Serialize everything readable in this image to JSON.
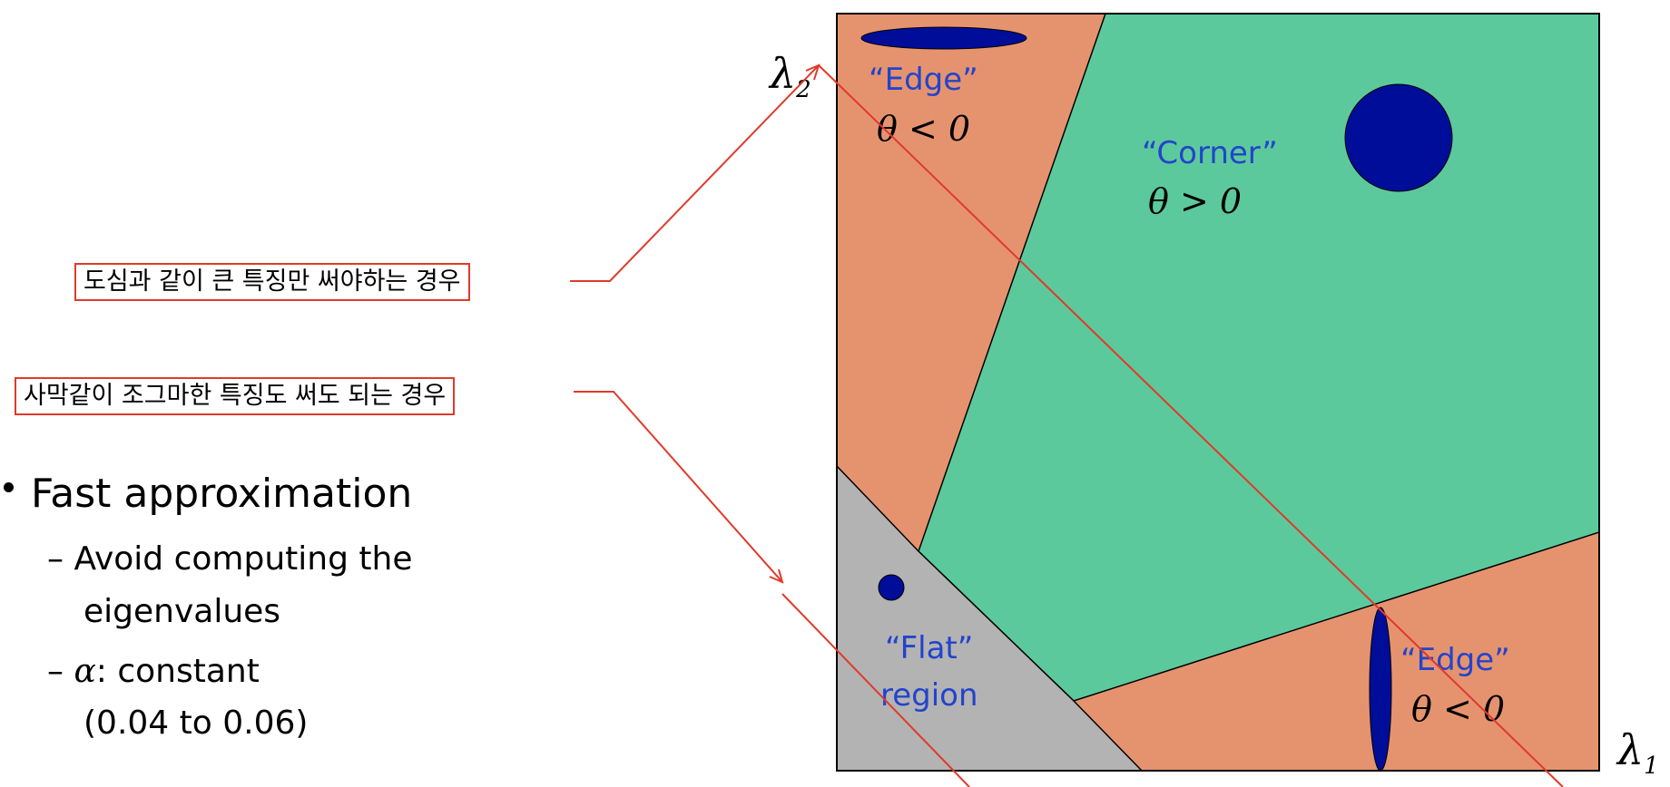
{
  "callouts": {
    "large_features": "도심과 같이 큰 특징만 써야하는 경우",
    "small_features": "사막같이 조그마한 특징도 써도 되는 경우"
  },
  "bullets": {
    "main": "Fast approximation",
    "sub1_line1": "Avoid computing the",
    "sub1_line2": "eigenvalues",
    "sub2_alpha": "α",
    "sub2_line1_rest": ": constant",
    "sub2_line2": "(0.04 to 0.06)",
    "sub_dash": "–"
  },
  "diagram": {
    "regions": {
      "edge_top": {
        "label": "“Edge”",
        "condition": "θ < 0"
      },
      "corner": {
        "label": "“Corner”",
        "condition": "θ > 0"
      },
      "flat": {
        "label_line1": "“Flat”",
        "label_line2": "region"
      },
      "edge_bottom": {
        "label": "“Edge”",
        "condition": "θ < 0"
      }
    },
    "axes": {
      "y": "λ",
      "y_sub": "2",
      "x": "λ",
      "x_sub": "1"
    },
    "colors": {
      "edge": "#e5936f",
      "corner": "#5cc99c",
      "flat": "#b3b3b3",
      "ellipse": "#000d99",
      "annotation": "#e03a2a",
      "label_blue": "#2244cc"
    }
  }
}
